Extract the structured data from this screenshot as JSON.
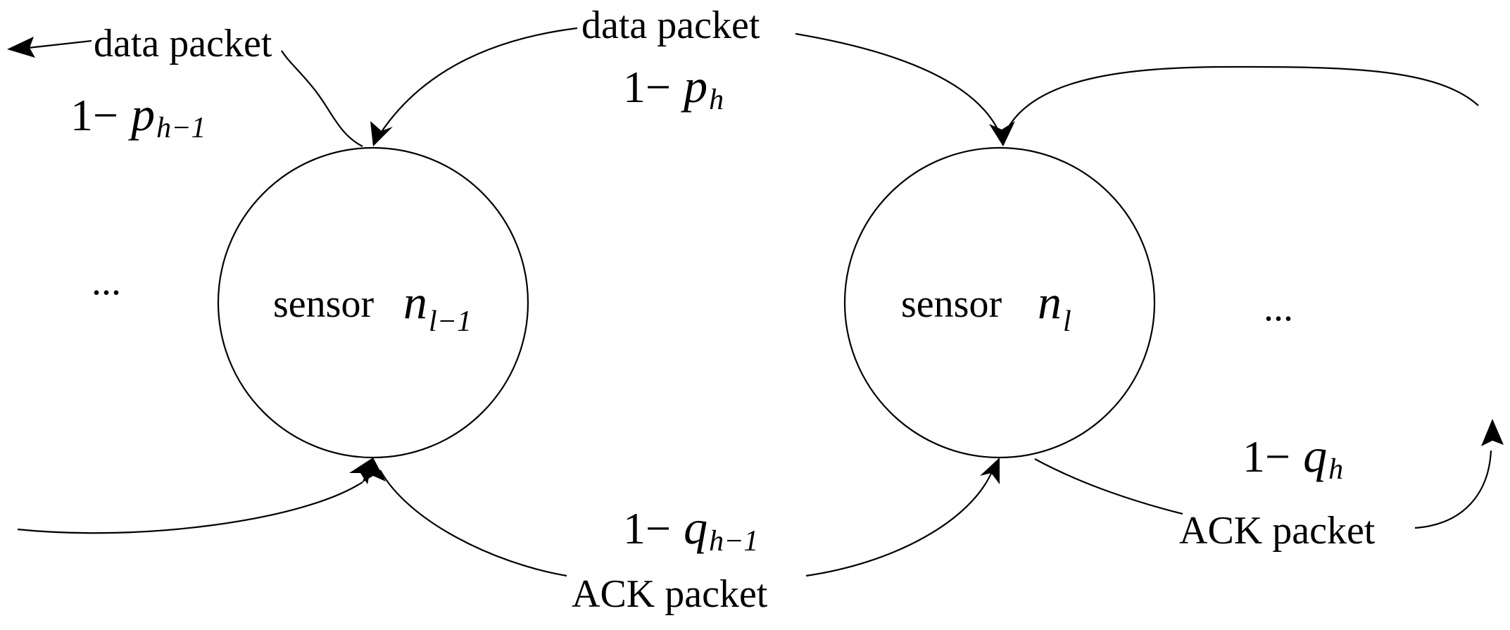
{
  "nodes": [
    {
      "id": "left",
      "label": "sensor",
      "symbol": "n",
      "subscript": "l−1"
    },
    {
      "id": "right",
      "label": "sensor",
      "symbol": "n",
      "subscript": "l"
    }
  ],
  "edge_labels": {
    "data_packet_left": "data packet",
    "data_packet_mid": "data packet",
    "ack_packet_mid": "ACK packet",
    "ack_packet_right": "ACK packet"
  },
  "probabilities": {
    "p_h_minus_1": {
      "prefix": "1−",
      "symbol": "p",
      "subscript": "h−1"
    },
    "p_h": {
      "prefix": "1−",
      "symbol": "p",
      "subscript": "h"
    },
    "q_h_minus_1": {
      "prefix": "1−",
      "symbol": "q",
      "subscript": "h−1"
    },
    "q_h": {
      "prefix": "1−",
      "symbol": "q",
      "subscript": "h"
    }
  },
  "ellipsis": {
    "left": "...",
    "right": "..."
  }
}
